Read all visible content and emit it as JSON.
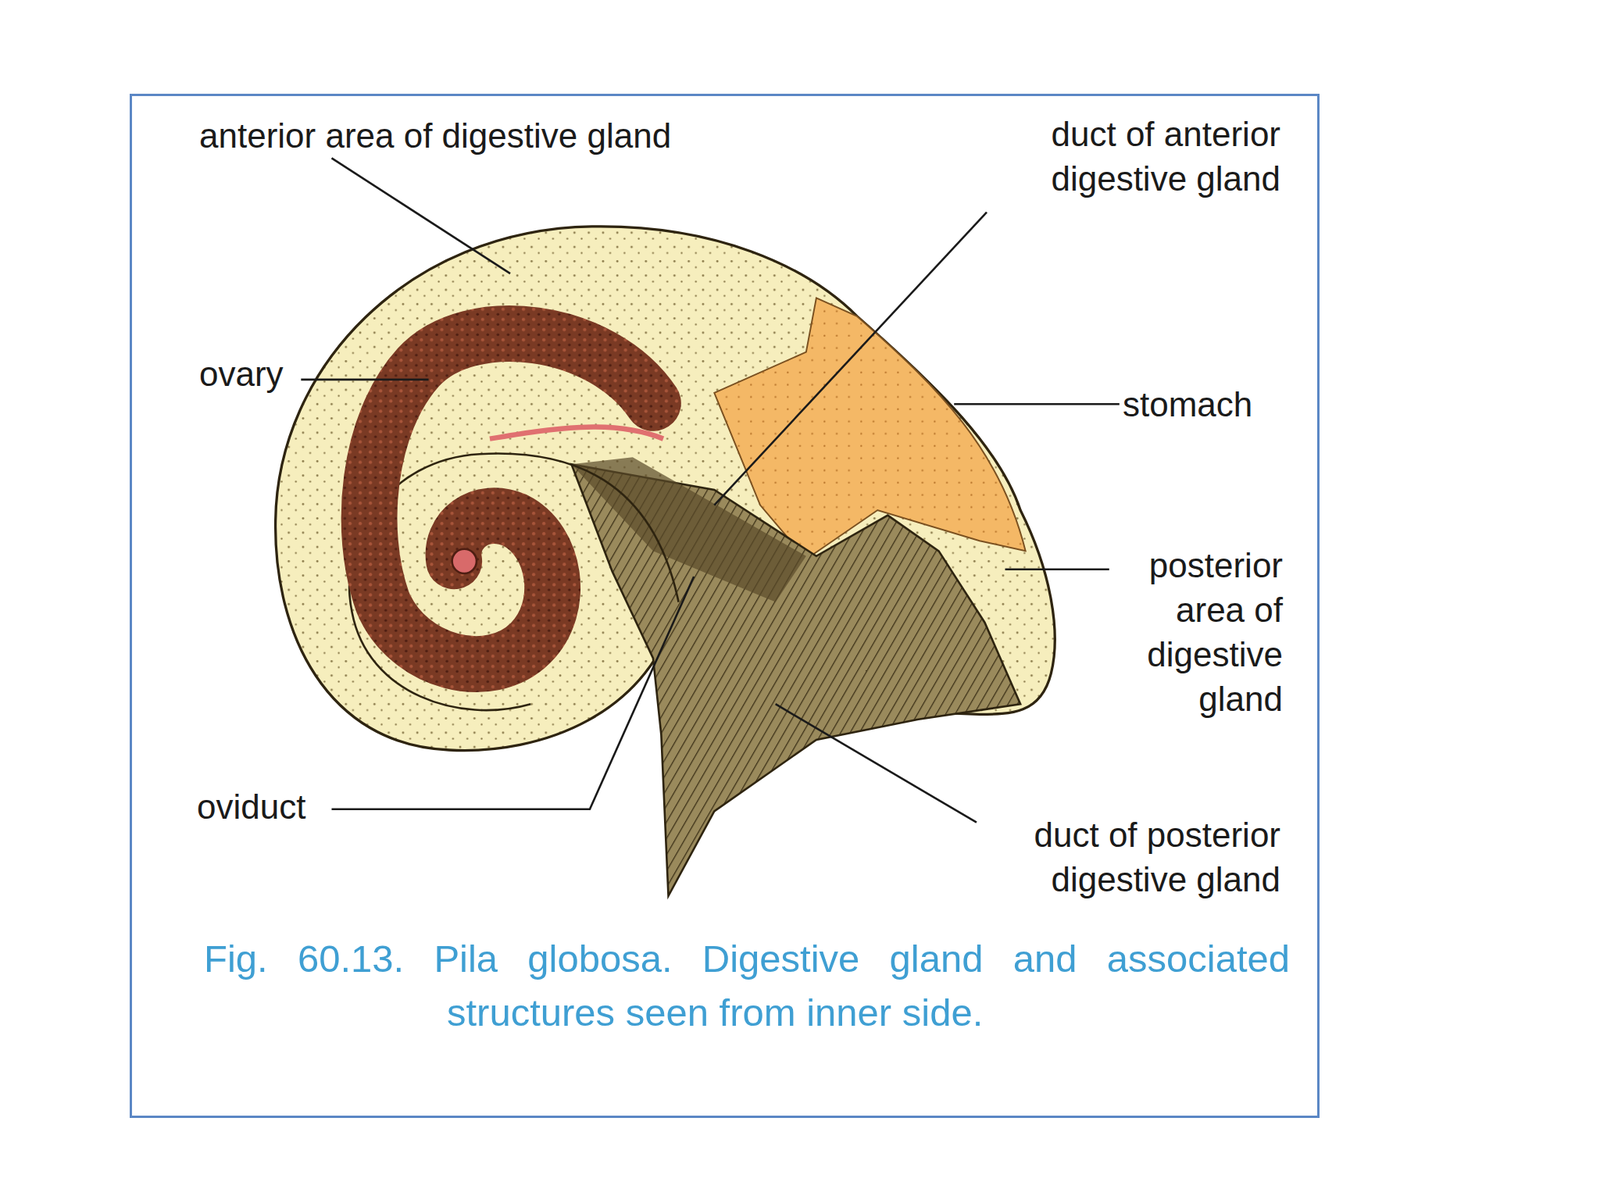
{
  "diagram": {
    "caption": "Fig. 60.13. Pila globosa. Digestive gland and associated structures seen from inner side.",
    "labels": [
      "anterior area of digestive gland",
      "duct of anterior digestive gland",
      "ovary",
      "stomach",
      "posterior area of digestive gland",
      "oviduct",
      "duct of posterior digestive gland"
    ]
  }
}
